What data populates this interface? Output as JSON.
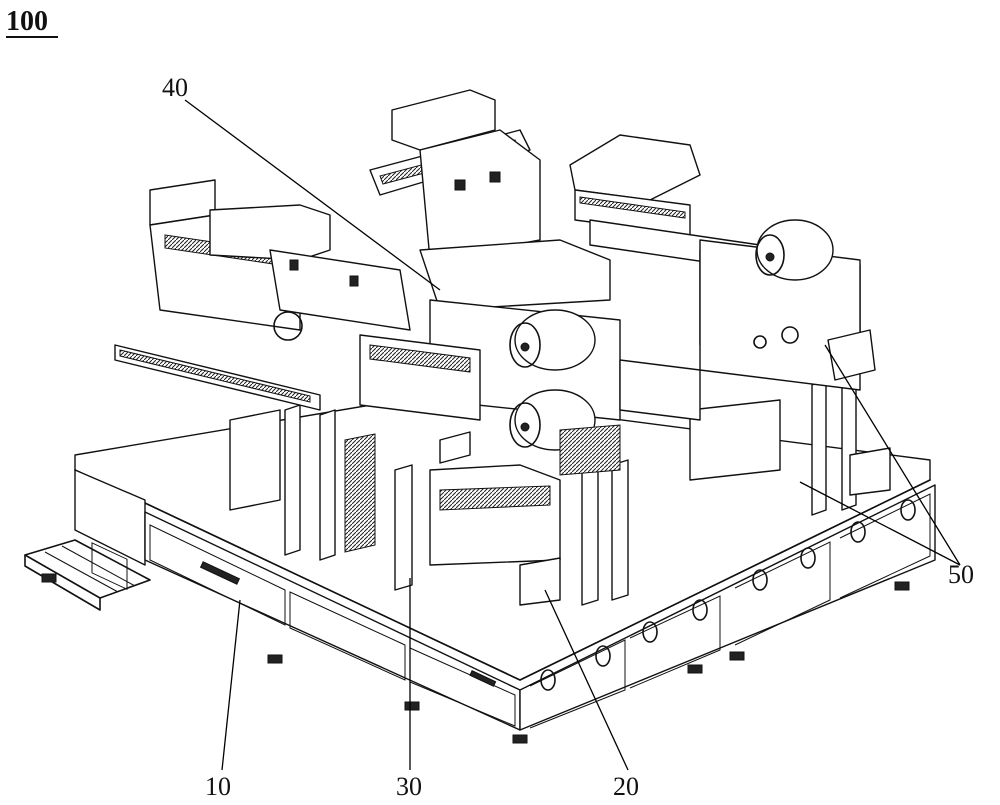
{
  "figure": {
    "figure_number": "100"
  },
  "reference_labels": [
    {
      "id": "label-40",
      "text": "40"
    },
    {
      "id": "label-50",
      "text": "50"
    },
    {
      "id": "label-10",
      "text": "10"
    },
    {
      "id": "label-30",
      "text": "30"
    },
    {
      "id": "label-20",
      "text": "20"
    }
  ]
}
